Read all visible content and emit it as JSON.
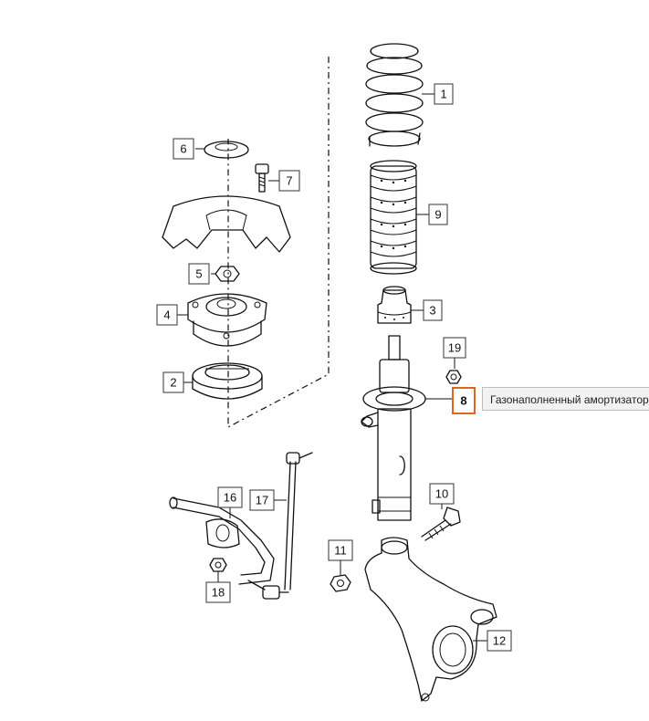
{
  "callouts": {
    "c1": "1",
    "c2": "2",
    "c3": "3",
    "c4": "4",
    "c5": "5",
    "c6": "6",
    "c7": "7",
    "c8": "8",
    "c9": "9",
    "c10": "10",
    "c11": "11",
    "c12": "12",
    "c16": "16",
    "c17": "17",
    "c18": "18",
    "c19": "19"
  },
  "highlighted_callout": "8",
  "highlight_color": "#e0661e",
  "tooltip": {
    "text": "Газонаполненный амортизатор"
  }
}
